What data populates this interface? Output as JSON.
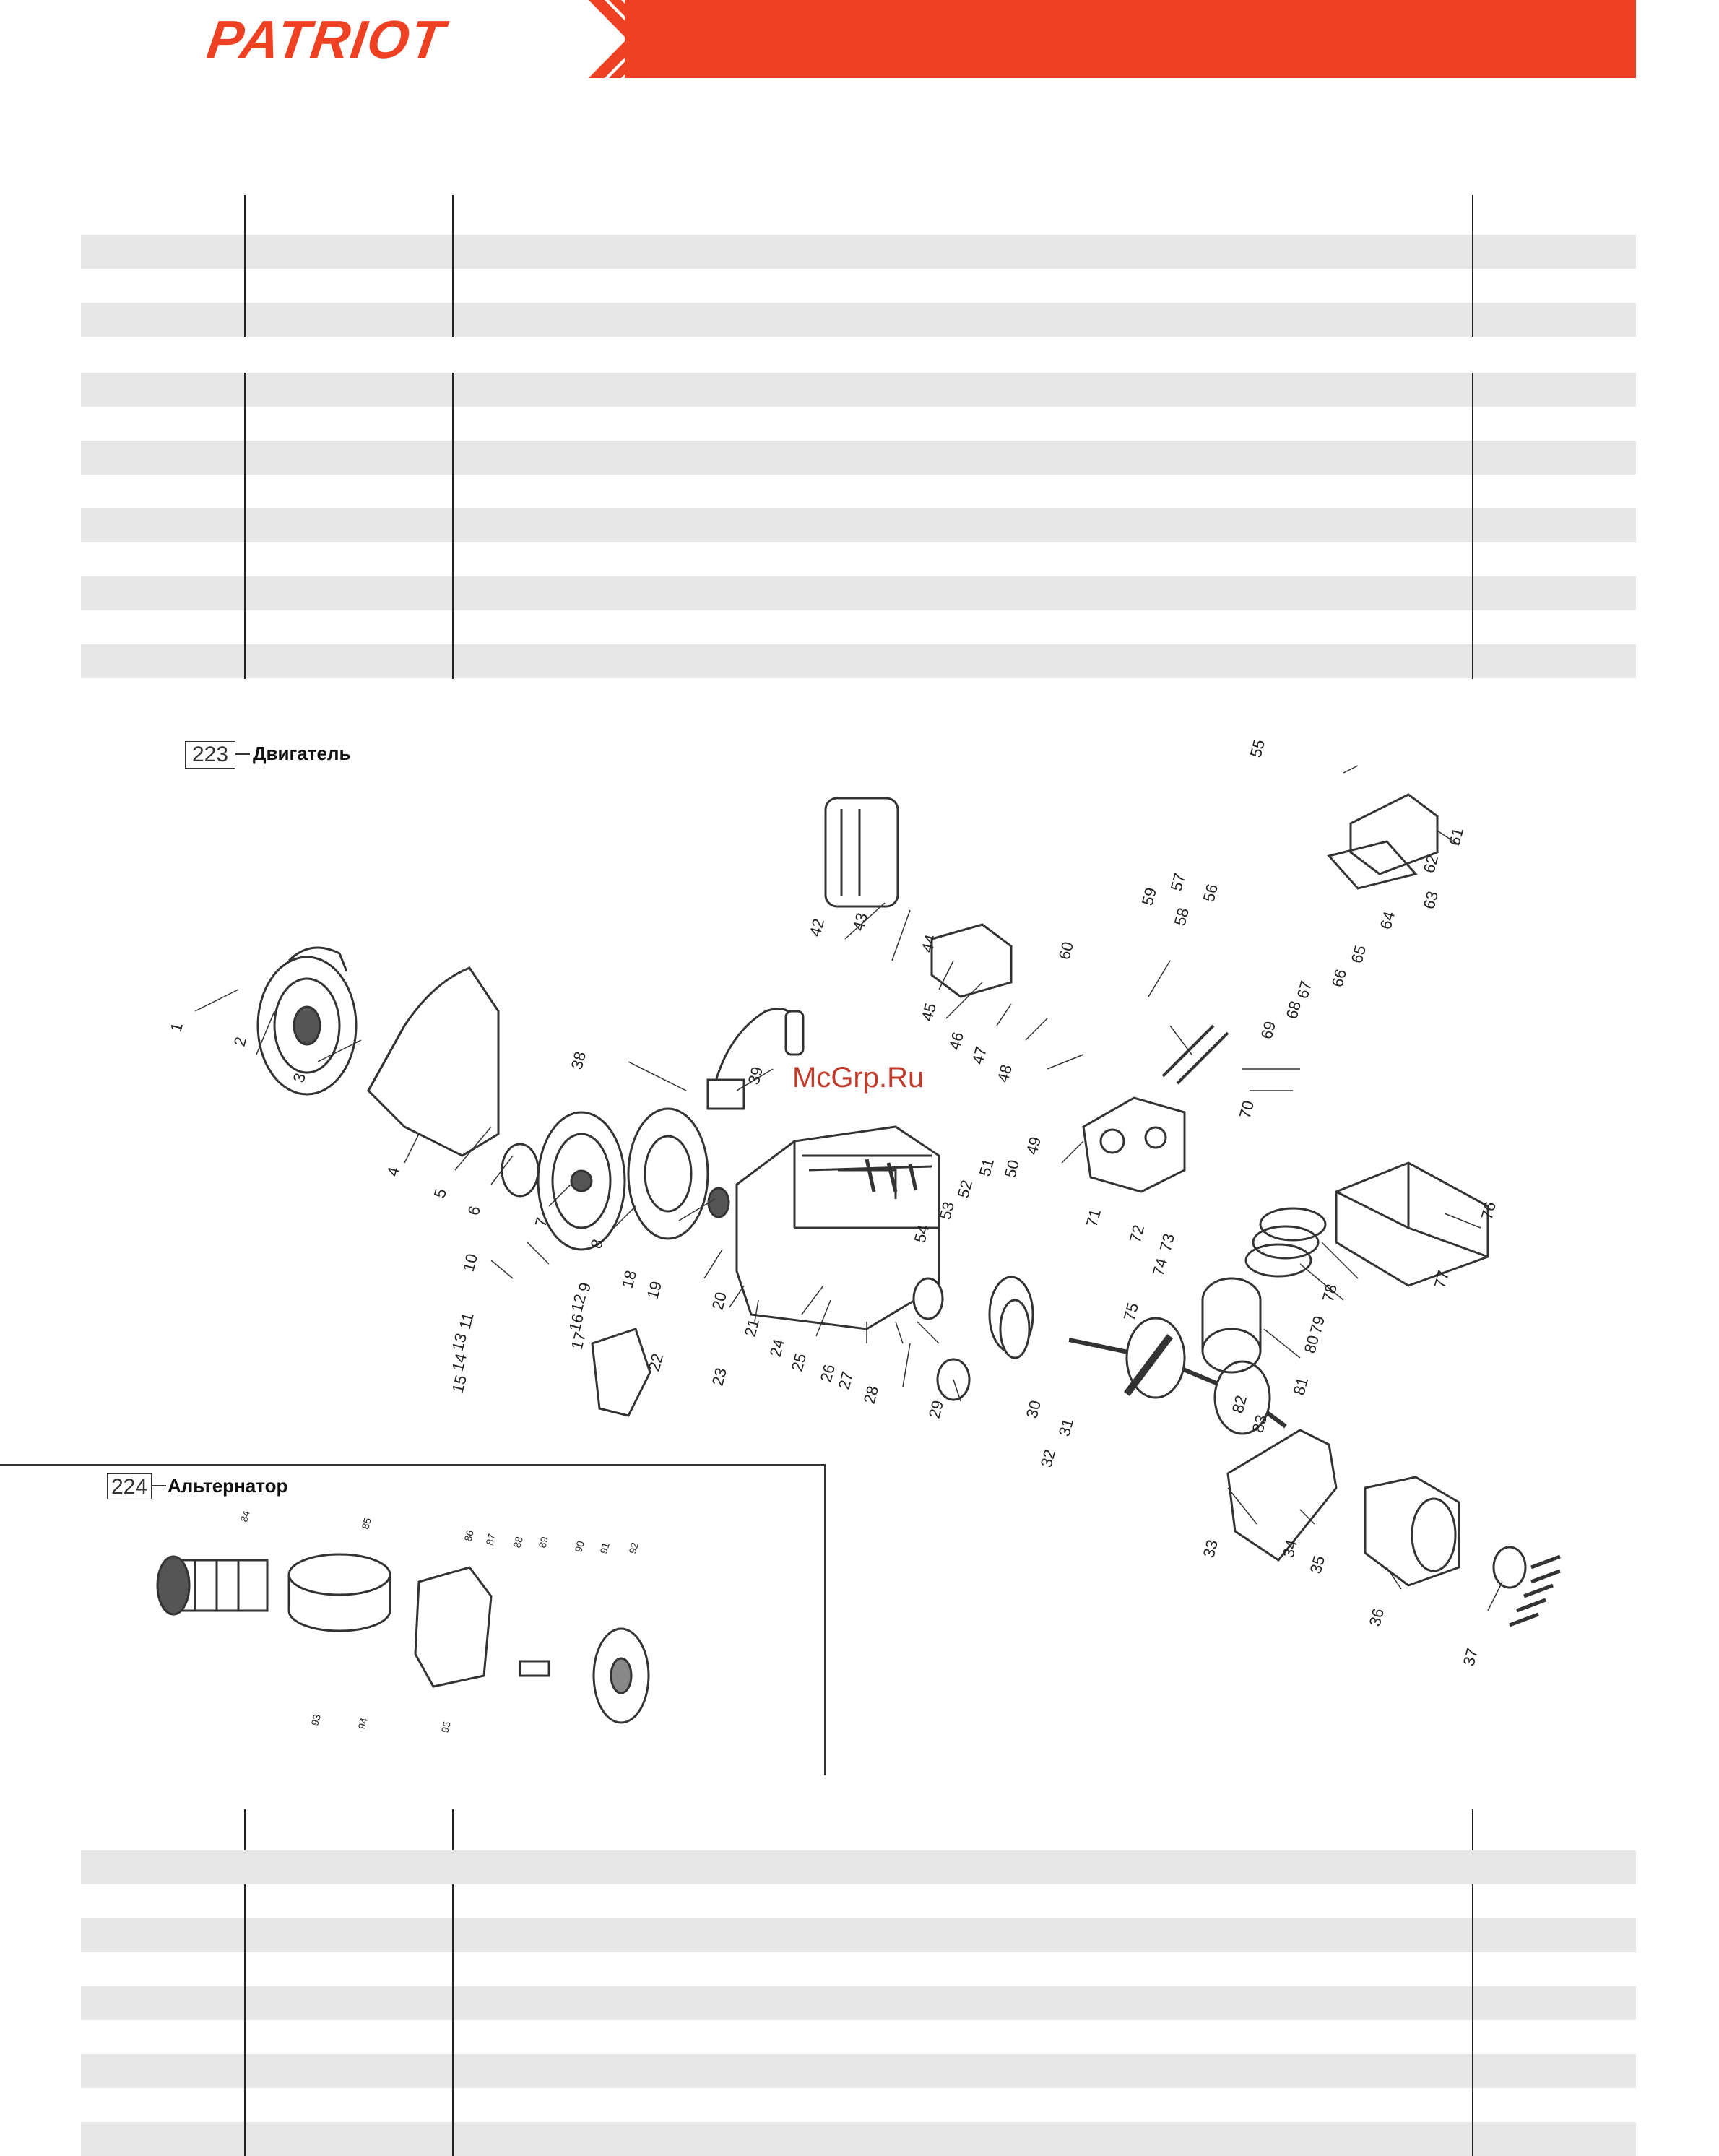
{
  "header": {
    "brand": "PATRIOT",
    "accent_color": "#ee4123"
  },
  "sections": {
    "engine": {
      "number": "223",
      "title": "Двигатель"
    },
    "alternator": {
      "number": "224",
      "title": "Альтернатор"
    }
  },
  "watermark": "McGrp.Ru",
  "engine_callouts": [
    "1",
    "2",
    "3",
    "4",
    "5",
    "6",
    "7",
    "8",
    "9",
    "10",
    "11",
    "12",
    "13",
    "14",
    "15",
    "16",
    "17",
    "18",
    "19",
    "20",
    "21",
    "22",
    "23",
    "24",
    "25",
    "26",
    "27",
    "28",
    "29",
    "30",
    "31",
    "32",
    "33",
    "34",
    "35",
    "36",
    "37",
    "38",
    "39",
    "42",
    "43",
    "44",
    "45",
    "46",
    "47",
    "48",
    "49",
    "50",
    "51",
    "52",
    "53",
    "54",
    "55",
    "56",
    "57",
    "58",
    "59",
    "60",
    "61",
    "62",
    "63",
    "64",
    "65",
    "66",
    "67",
    "68",
    "69",
    "70",
    "71",
    "72",
    "73",
    "74",
    "75",
    "76",
    "77",
    "78",
    "79",
    "80",
    "81",
    "82",
    "83"
  ],
  "alternator_callouts": [
    "84",
    "85",
    "86",
    "87",
    "88",
    "89",
    "90",
    "91",
    "92",
    "93",
    "94",
    "95"
  ]
}
